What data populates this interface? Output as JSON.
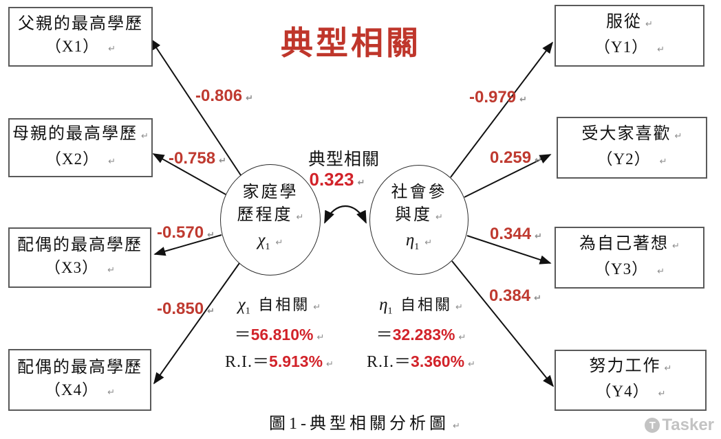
{
  "title": "典型相關",
  "caption": "圖1-典型相關分析圖",
  "marks": {
    "pilcrow": "↵"
  },
  "canonical": {
    "label": "典型相關",
    "value": "0.323"
  },
  "left_latent": {
    "line1": "家庭學",
    "line2": "歷程度",
    "symbol": "χ",
    "sub": "1"
  },
  "right_latent": {
    "line1": "社會參",
    "line2": "與度",
    "symbol": "η",
    "sub": "1"
  },
  "left_variables": [
    {
      "label": "父親的最高學歷",
      "code": "（X1）",
      "loading": "-0.806"
    },
    {
      "label": "母親的最高學歷",
      "code": "（X2）",
      "loading": "-0.758"
    },
    {
      "label": "配偶的最高學歷",
      "code": "（X3）",
      "loading": "-0.570"
    },
    {
      "label": "配偶的最高學歷",
      "code": "（X4）",
      "loading": "-0.850"
    }
  ],
  "right_variables": [
    {
      "label": "服從",
      "code": "（Y1）",
      "loading": "-0.979"
    },
    {
      "label": "受大家喜歡",
      "code": "（Y2）",
      "loading": "0.259"
    },
    {
      "label": "為自己著想",
      "code": "（Y3）",
      "loading": "0.344"
    },
    {
      "label": "努力工作",
      "code": "（Y4）",
      "loading": "0.384"
    }
  ],
  "left_stats": {
    "symbol": "χ",
    "sub": "1",
    "auto_label": "自相關",
    "eq": "＝",
    "auto_value": "56.810%",
    "ri_label": "R.I.",
    "ri_eq": "＝",
    "ri_value": "5.913%"
  },
  "right_stats": {
    "symbol": "η",
    "sub": "1",
    "auto_label": "自相關",
    "eq": "＝",
    "auto_value": "32.283%",
    "ri_label": "R.I.",
    "ri_eq": "＝",
    "ri_value": "3.360%"
  },
  "watermark": {
    "logo_letter": "T",
    "text": "Tasker"
  },
  "colors": {
    "title_red": "#bf362b",
    "loading_red": "#bf3a30",
    "value_red": "#d2232a",
    "box_border": "#595959",
    "line_black": "#111111",
    "watermark_gray": "#c3c3c3"
  }
}
